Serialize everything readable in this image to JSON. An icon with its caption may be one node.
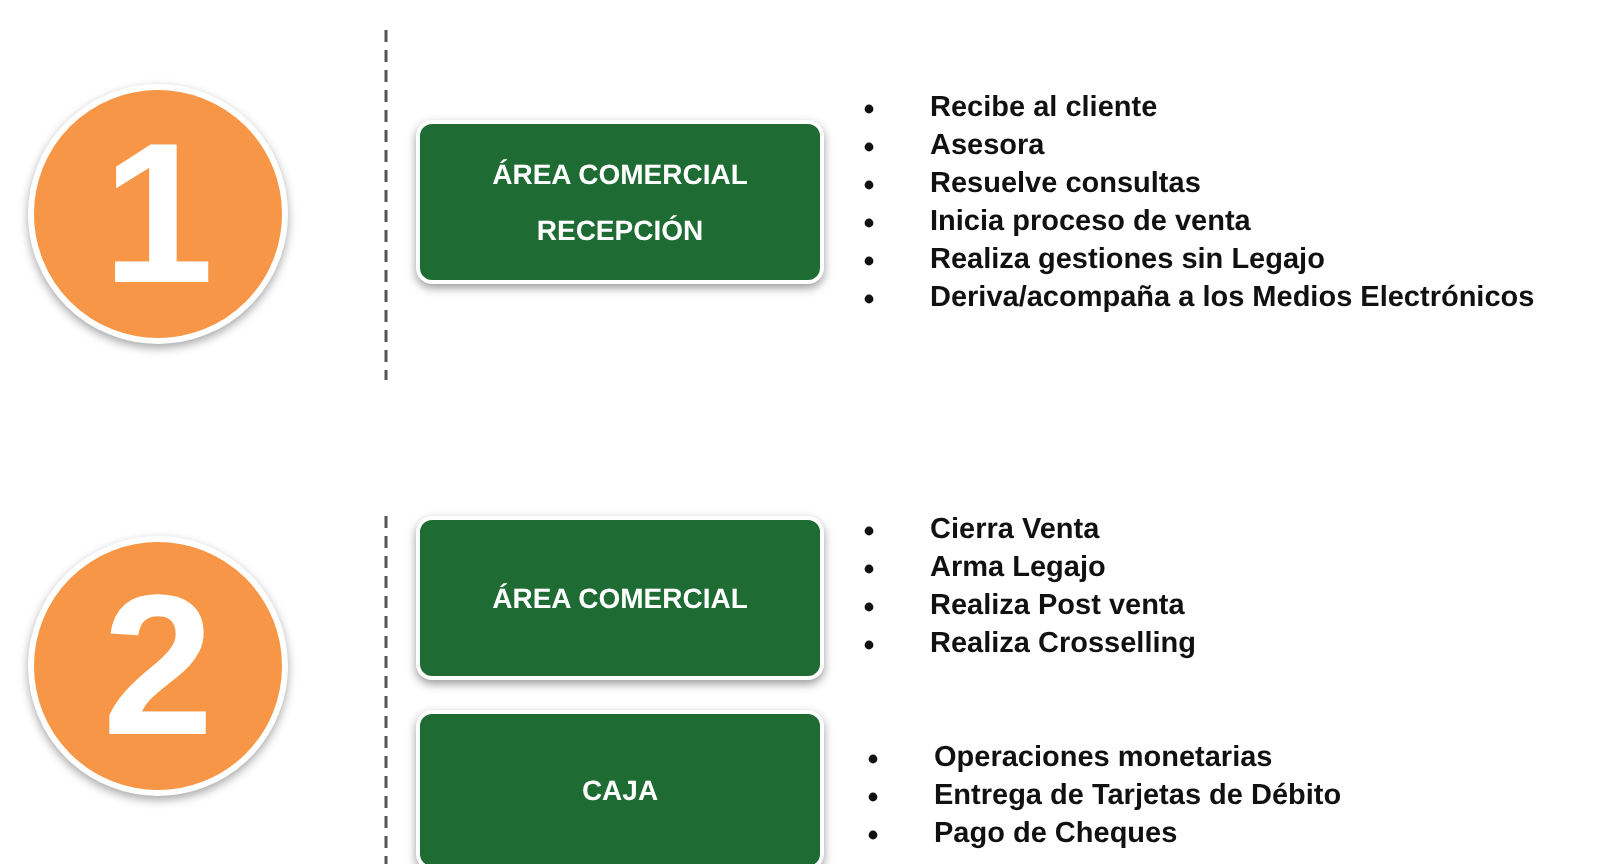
{
  "diagram": {
    "nodes": [
      {
        "text": [
          "1"
        ]
      },
      {
        "text": [
          "ÁREA COMERCIAL RECEPCIÓN"
        ],
        "beside": [
          "Recibe al cliente",
          "Asesora",
          "Resuelve consultas",
          "Inicia proceso de venta",
          "Realiza gestiones sin Legajo",
          "Deriva/acompaña a los Medios Electrónicos"
        ]
      },
      {
        "text": [
          "2"
        ]
      },
      {
        "text": [
          "ÁREA COMERCIAL"
        ],
        "beside": [
          "Cierra Venta",
          "Arma Legajo",
          "Realiza Post venta",
          "Realiza Crosselling"
        ]
      },
      {
        "text": [
          "CAJA"
        ],
        "beside": [
          "Operaciones monetarias",
          "Entrega de Tarjetas de Débito",
          "Pago de Cheques"
        ]
      }
    ]
  }
}
